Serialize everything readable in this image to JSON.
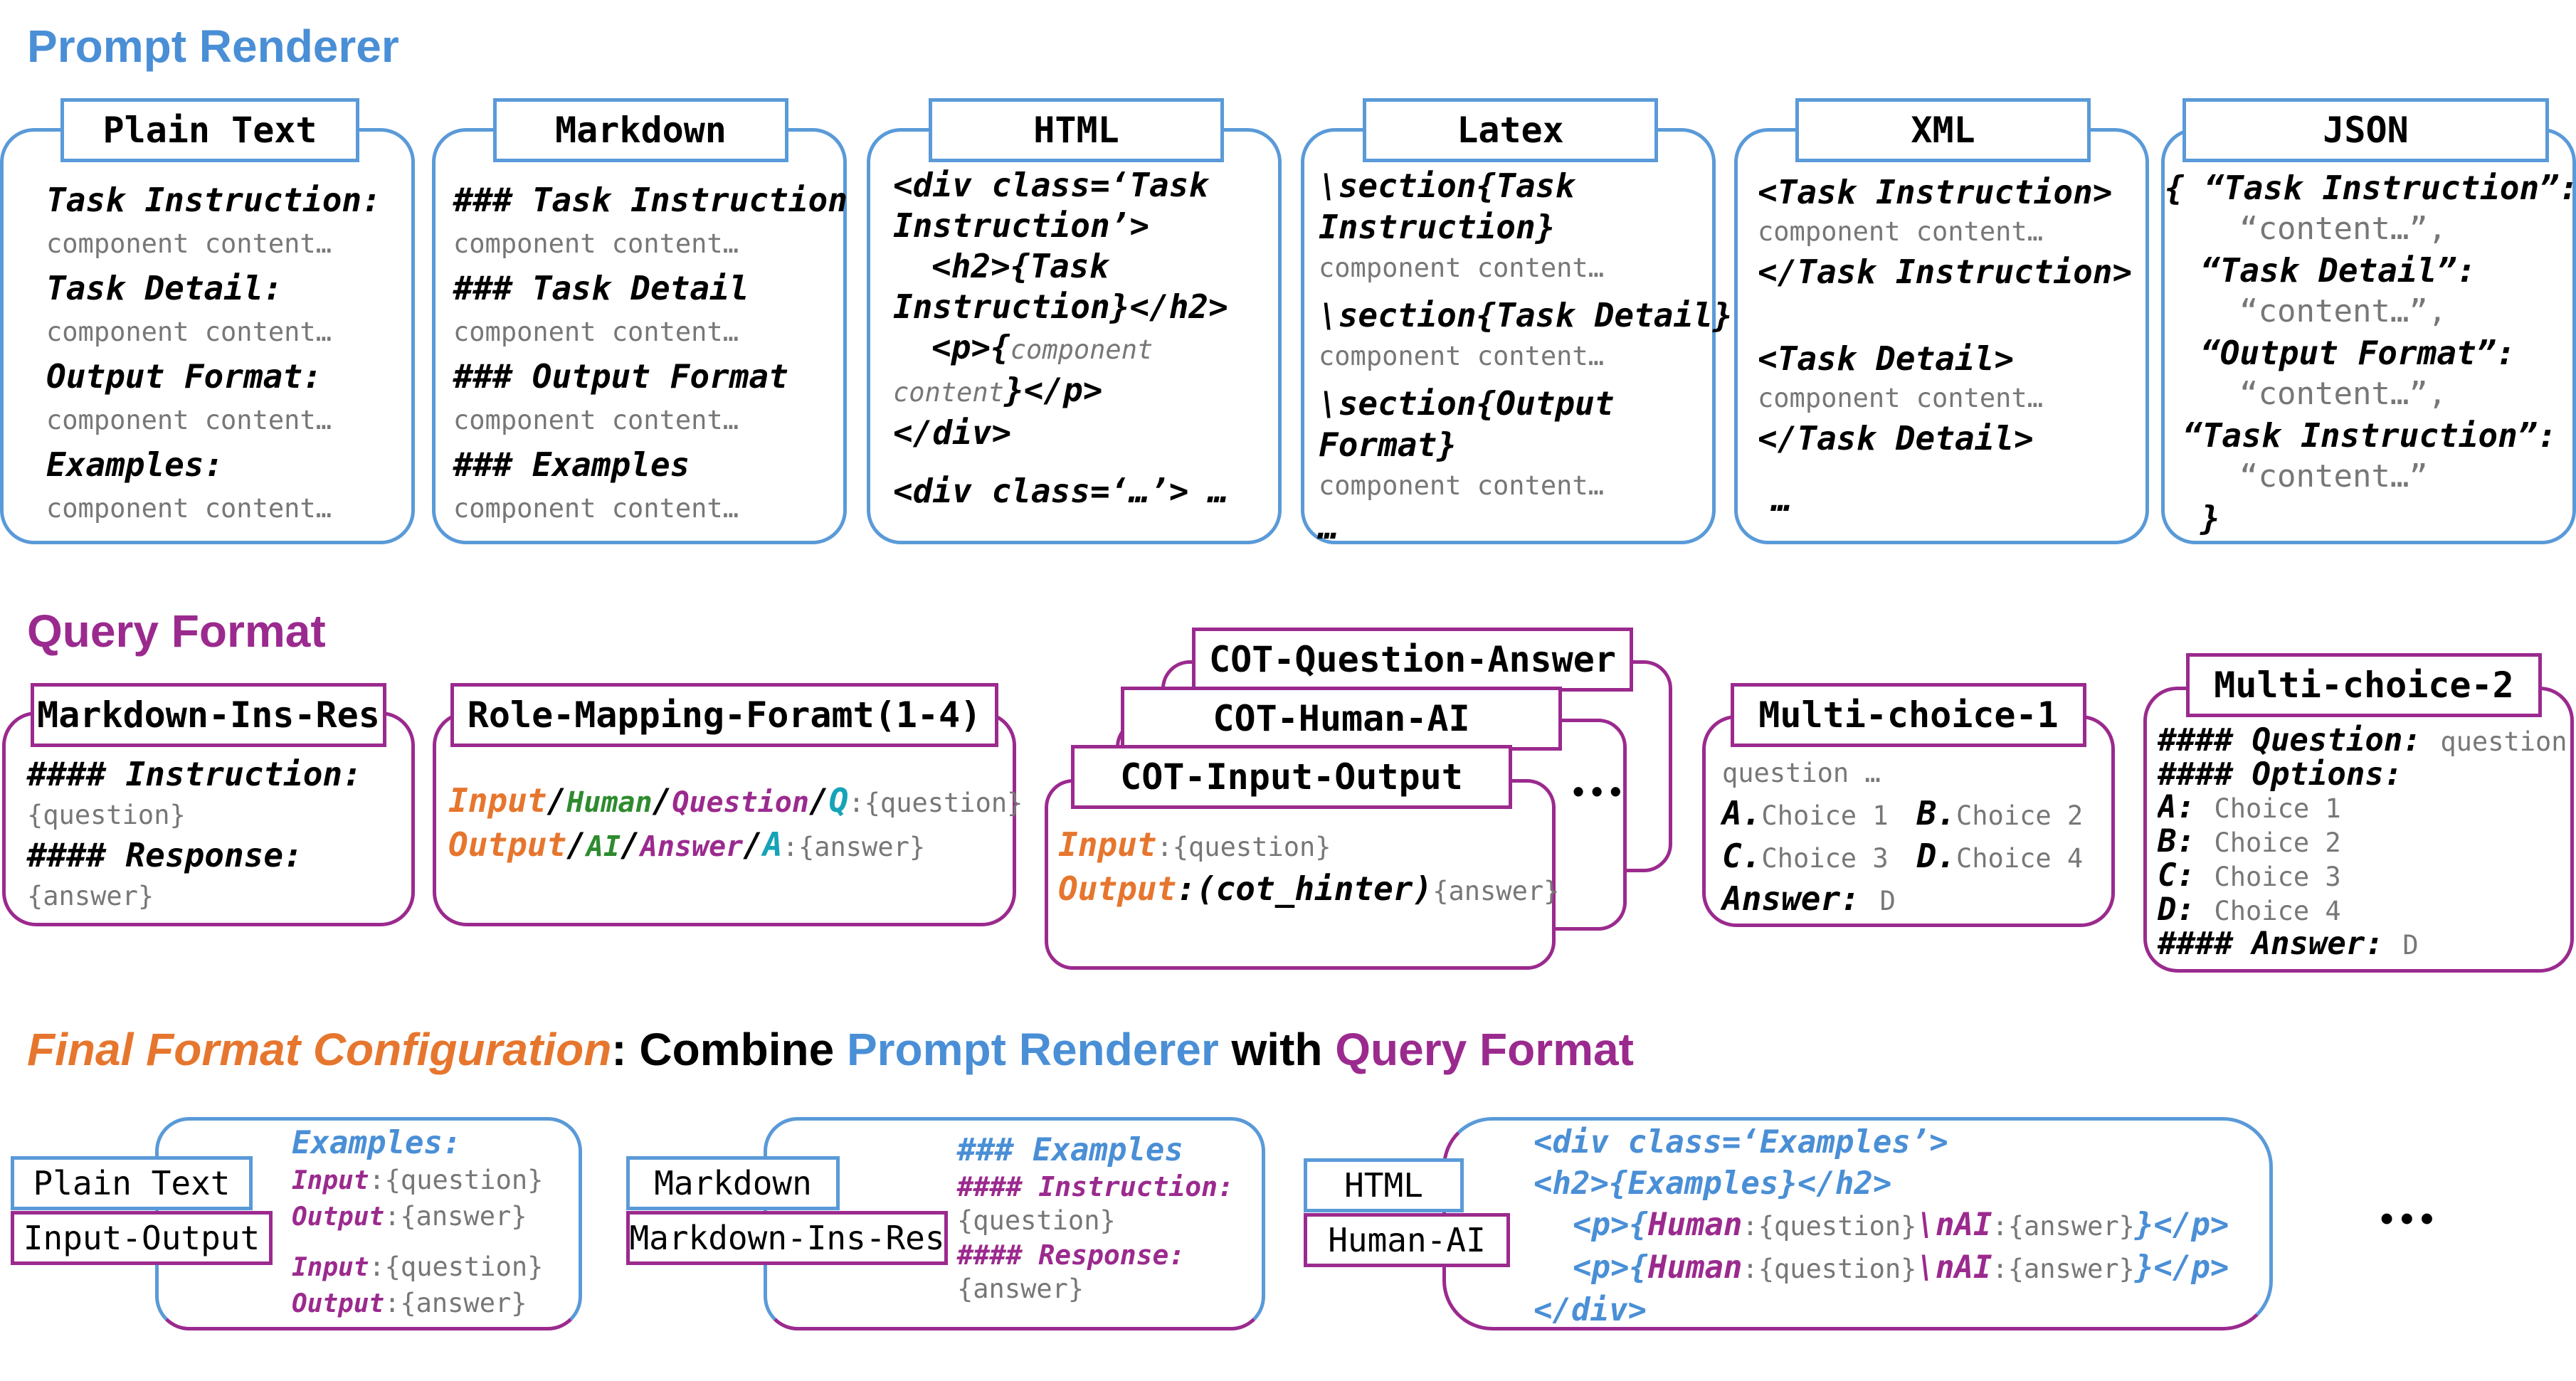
{
  "headings": {
    "prompt_renderer": "Prompt Renderer",
    "query_format": "Query Format",
    "final": {
      "part1": "Final Format Configuration",
      "part2": ": Combine ",
      "part3": "Prompt Renderer",
      "part4": " with ",
      "part5": "Query Format"
    }
  },
  "renderers": {
    "plain": {
      "tab": "Plain Text",
      "lines": [
        "Task Instruction:",
        "component content…",
        "Task Detail:",
        "component content…",
        "Output Format:",
        "component content…",
        "Examples:",
        "component content…"
      ]
    },
    "markdown": {
      "tab": "Markdown",
      "lines": [
        "### Task Instruction",
        "component content…",
        "### Task Detail",
        "component content…",
        "### Output Format",
        "component content…",
        "### Examples",
        "component content…"
      ]
    },
    "html": {
      "tab": "HTML",
      "l1": "<div class=‘Task",
      "l2": "Instruction’>",
      "l3": "<h2>{Task",
      "l4": "Instruction}</h2>",
      "l5a": "<p>{",
      "l5b": "component",
      "l6a": "content",
      "l6b": "}</p>",
      "l7": "</div>",
      "l8": "<div class=‘…’> …"
    },
    "latex": {
      "tab": "Latex",
      "lines": [
        "\\section{Task",
        "Instruction}",
        "component content…",
        "\\section{Task Detail}",
        "component content…",
        "\\section{Output",
        "Format}",
        "component content…",
        "…"
      ]
    },
    "xml": {
      "tab": "XML",
      "lines": [
        "<Task Instruction>",
        "component content…",
        "</Task Instruction>",
        "<Task Detail>",
        "component content…",
        "</Task Detail>",
        "…"
      ]
    },
    "json": {
      "tab": "JSON",
      "lines": [
        "{ “Task Instruction”:",
        "“content…”,",
        "“Task Detail”:",
        "“content…”,",
        "“Output Format”:",
        "“content…”,",
        "“Task Instruction”:",
        "“content…”",
        "}"
      ]
    }
  },
  "queries": {
    "md_ins_res": {
      "tab": "Markdown-Ins-Res",
      "l1": "#### Instruction:",
      "l2": "{question}",
      "l3": "#### Response:",
      "l4": "{answer}"
    },
    "role_mapping": {
      "tab": "Role-Mapping-Foramt(1-4)",
      "r1": [
        "Input",
        "/",
        "Human",
        "/",
        "Question",
        "/",
        "Q",
        ":",
        "{question}"
      ],
      "r2": [
        "Output",
        "/",
        "AI",
        "/",
        "Answer",
        "/",
        "A",
        ":",
        "{answer}"
      ]
    },
    "cot": {
      "tab_back": "COT-Question-Answer",
      "tab_mid": "COT-Human-AI",
      "tab_front": "COT-Input-Output",
      "l1a": "Input",
      "l1b": ":{question}",
      "l2a": "Output",
      "l2b": ":(cot_hinter)",
      "l2c": "{answer}",
      "dots": "•••"
    },
    "mc1": {
      "tab": "Multi-choice-1",
      "q": "question …",
      "a_label": "A.",
      "a_text": "Choice 1",
      "b_label": "B.",
      "b_text": "Choice 2",
      "c_label": "C.",
      "c_text": "Choice 3",
      "d_label": "D.",
      "d_text": "Choice 4",
      "ans_label": "Answer:",
      "ans_val": "D"
    },
    "mc2": {
      "tab": "Multi-choice-2",
      "q_label": "#### Question:",
      "q_val": "question",
      "opt": "#### Options:",
      "a": "A:",
      "a_t": "Choice 1",
      "b": "B:",
      "b_t": "Choice 2",
      "c": "C:",
      "c_t": "Choice 3",
      "d": "D:",
      "d_t": "Choice 4",
      "ans_label": "#### Answer:",
      "ans_val": "D"
    }
  },
  "final": {
    "ex1": {
      "tab_r": "Plain Text",
      "tab_q": "Input-Output",
      "title": "Examples:",
      "in": "Input",
      "q": ":{question}",
      "out": "Output",
      "a": ":{answer}"
    },
    "ex2": {
      "tab_r": "Markdown",
      "tab_q": "Markdown-Ins-Res",
      "title": "### Examples",
      "ins": "#### Instruction:",
      "q": "{question}",
      "res": "#### Response:",
      "a": "{answer}"
    },
    "ex3": {
      "tab_r": "HTML",
      "tab_q": "Human-AI",
      "l1": "<div class=‘Examples’>",
      "l2": "<h2>{Examples}</h2>",
      "p_open": "<p>{",
      "human": "Human",
      "q": ":{question}",
      "nl": "\\n",
      "ai": "AI",
      "a": ":{answer}",
      "p_close": "}</p>",
      "l5": "</div>"
    },
    "dots": "•••"
  }
}
